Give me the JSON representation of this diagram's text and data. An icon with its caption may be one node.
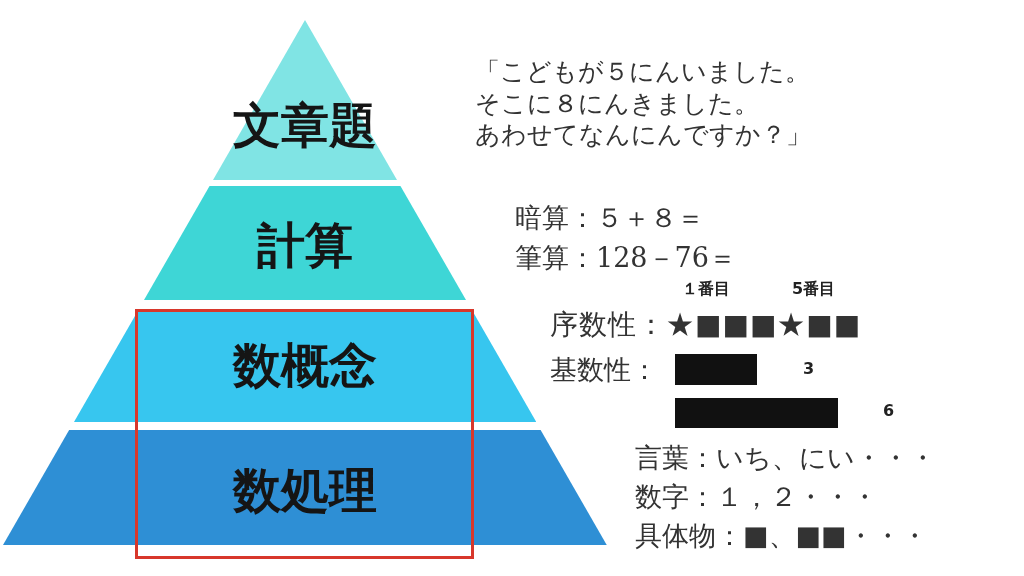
{
  "diagram": {
    "nodes": [
      {
        "text": [
          "文章題"
        ]
      },
      {
        "text": [
          "計算"
        ]
      },
      {
        "text": [
          "数概念"
        ]
      },
      {
        "text": [
          "数処理"
        ]
      },
      {
        "text": [],
        "shape": "bar"
      },
      {
        "text": [],
        "shape": "bar"
      }
    ],
    "labels": [
      "「こどもが５にんいました。そこに８にんきました。あわせてなんにんですか？」",
      "暗算：５＋８＝",
      "筆算：128－76＝",
      "１番目",
      "5番目",
      "序数性：★■■■★■■",
      "基数性：",
      "3",
      "6",
      "言葉：いち、にい・・・",
      "数字：１，２・・・",
      "具体物：■、■■・・・"
    ]
  }
}
